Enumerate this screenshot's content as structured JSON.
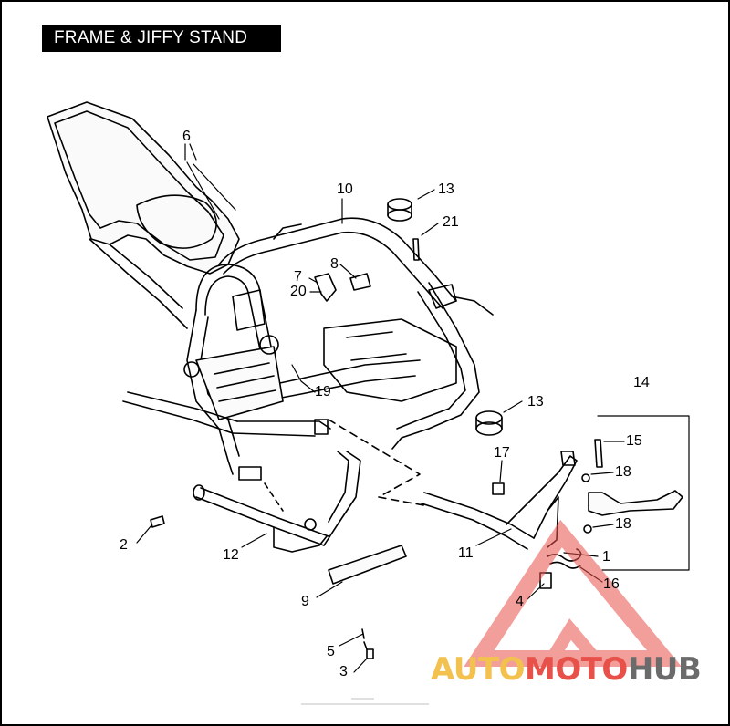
{
  "title": "FRAME & JIFFY STAND",
  "callouts": {
    "c1": "1",
    "c2": "2",
    "c3": "3",
    "c4": "4",
    "c5": "5",
    "c6": "6",
    "c7": "7",
    "c8": "8",
    "c9": "9",
    "c10": "10",
    "c11": "11",
    "c12": "12",
    "c13a": "13",
    "c13b": "13",
    "c14": "14",
    "c15": "15",
    "c16": "16",
    "c17": "17",
    "c18a": "18",
    "c18b": "18",
    "c19": "19",
    "c20": "20",
    "c21": "21"
  },
  "watermark": {
    "part1": "AUTO",
    "part2": "MOTO",
    "part3": "HUB",
    "color_gold": "#f2c14e",
    "color_red": "#e8504a",
    "color_gray": "#6b6b6b"
  }
}
